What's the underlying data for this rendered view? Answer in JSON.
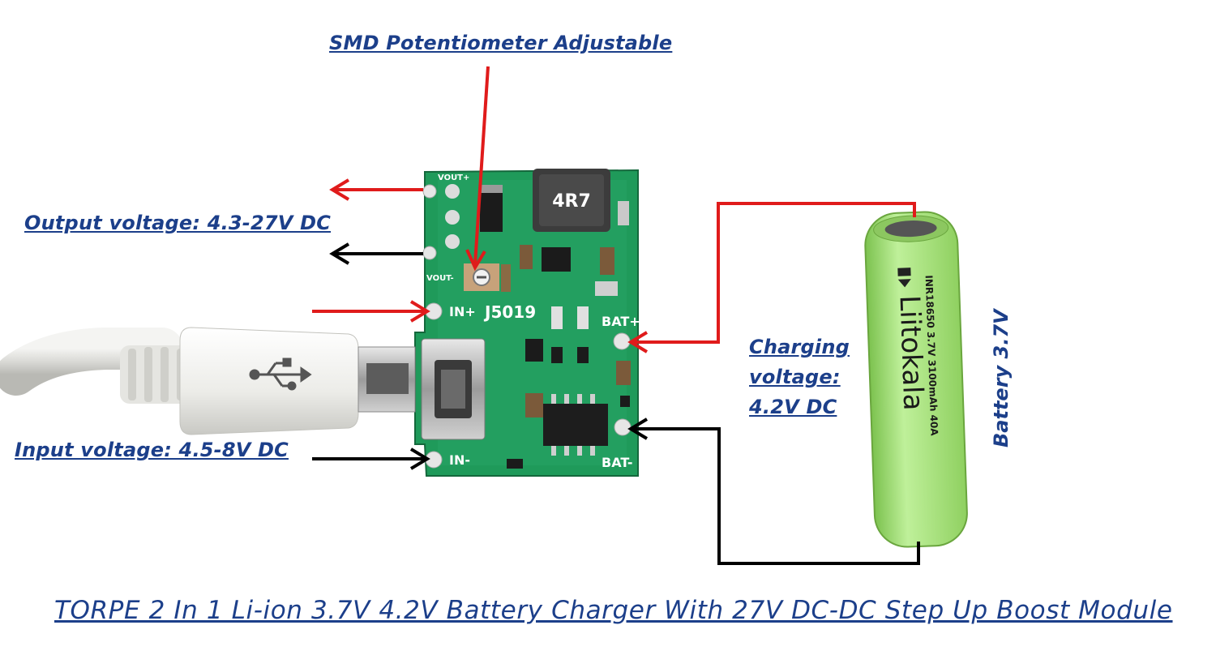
{
  "labels": {
    "potentiometer": "SMD Potentiometer Adjustable",
    "output_voltage": "Output voltage: 4.3-27V DC",
    "input_voltage": "Input voltage: 4.5-8V DC",
    "charging_voltage_lines": [
      "Charging",
      "voltage:",
      "4.2V DC"
    ],
    "battery": "Battery 3.7V",
    "title": "TORPE 2 In 1 Li-ion 3.7V 4.2V Battery Charger With 27V DC-DC Step Up Boost Module"
  },
  "board": {
    "chip_label": "J5019",
    "inductor_label": "4R7",
    "pad_in_plus": "IN+",
    "pad_in_minus": "IN-",
    "pad_bat_plus": "BAT+",
    "pad_bat_minus": "BAT-",
    "pad_vout_plus": "VOUT+",
    "pad_vout_minus": "VOUT-"
  },
  "battery_cell": {
    "brand": "Liitokala",
    "print_line_1": "INR18650 3.7V 3100mAh 40A"
  },
  "colors": {
    "positive_wire": "#e01b1b",
    "negative_wire": "#000000",
    "label_text": "#1c3f8a",
    "pcb": "#1f9a5a",
    "battery_body": "#a6e07a"
  },
  "icons": {
    "usb": "usb-symbol-icon"
  }
}
